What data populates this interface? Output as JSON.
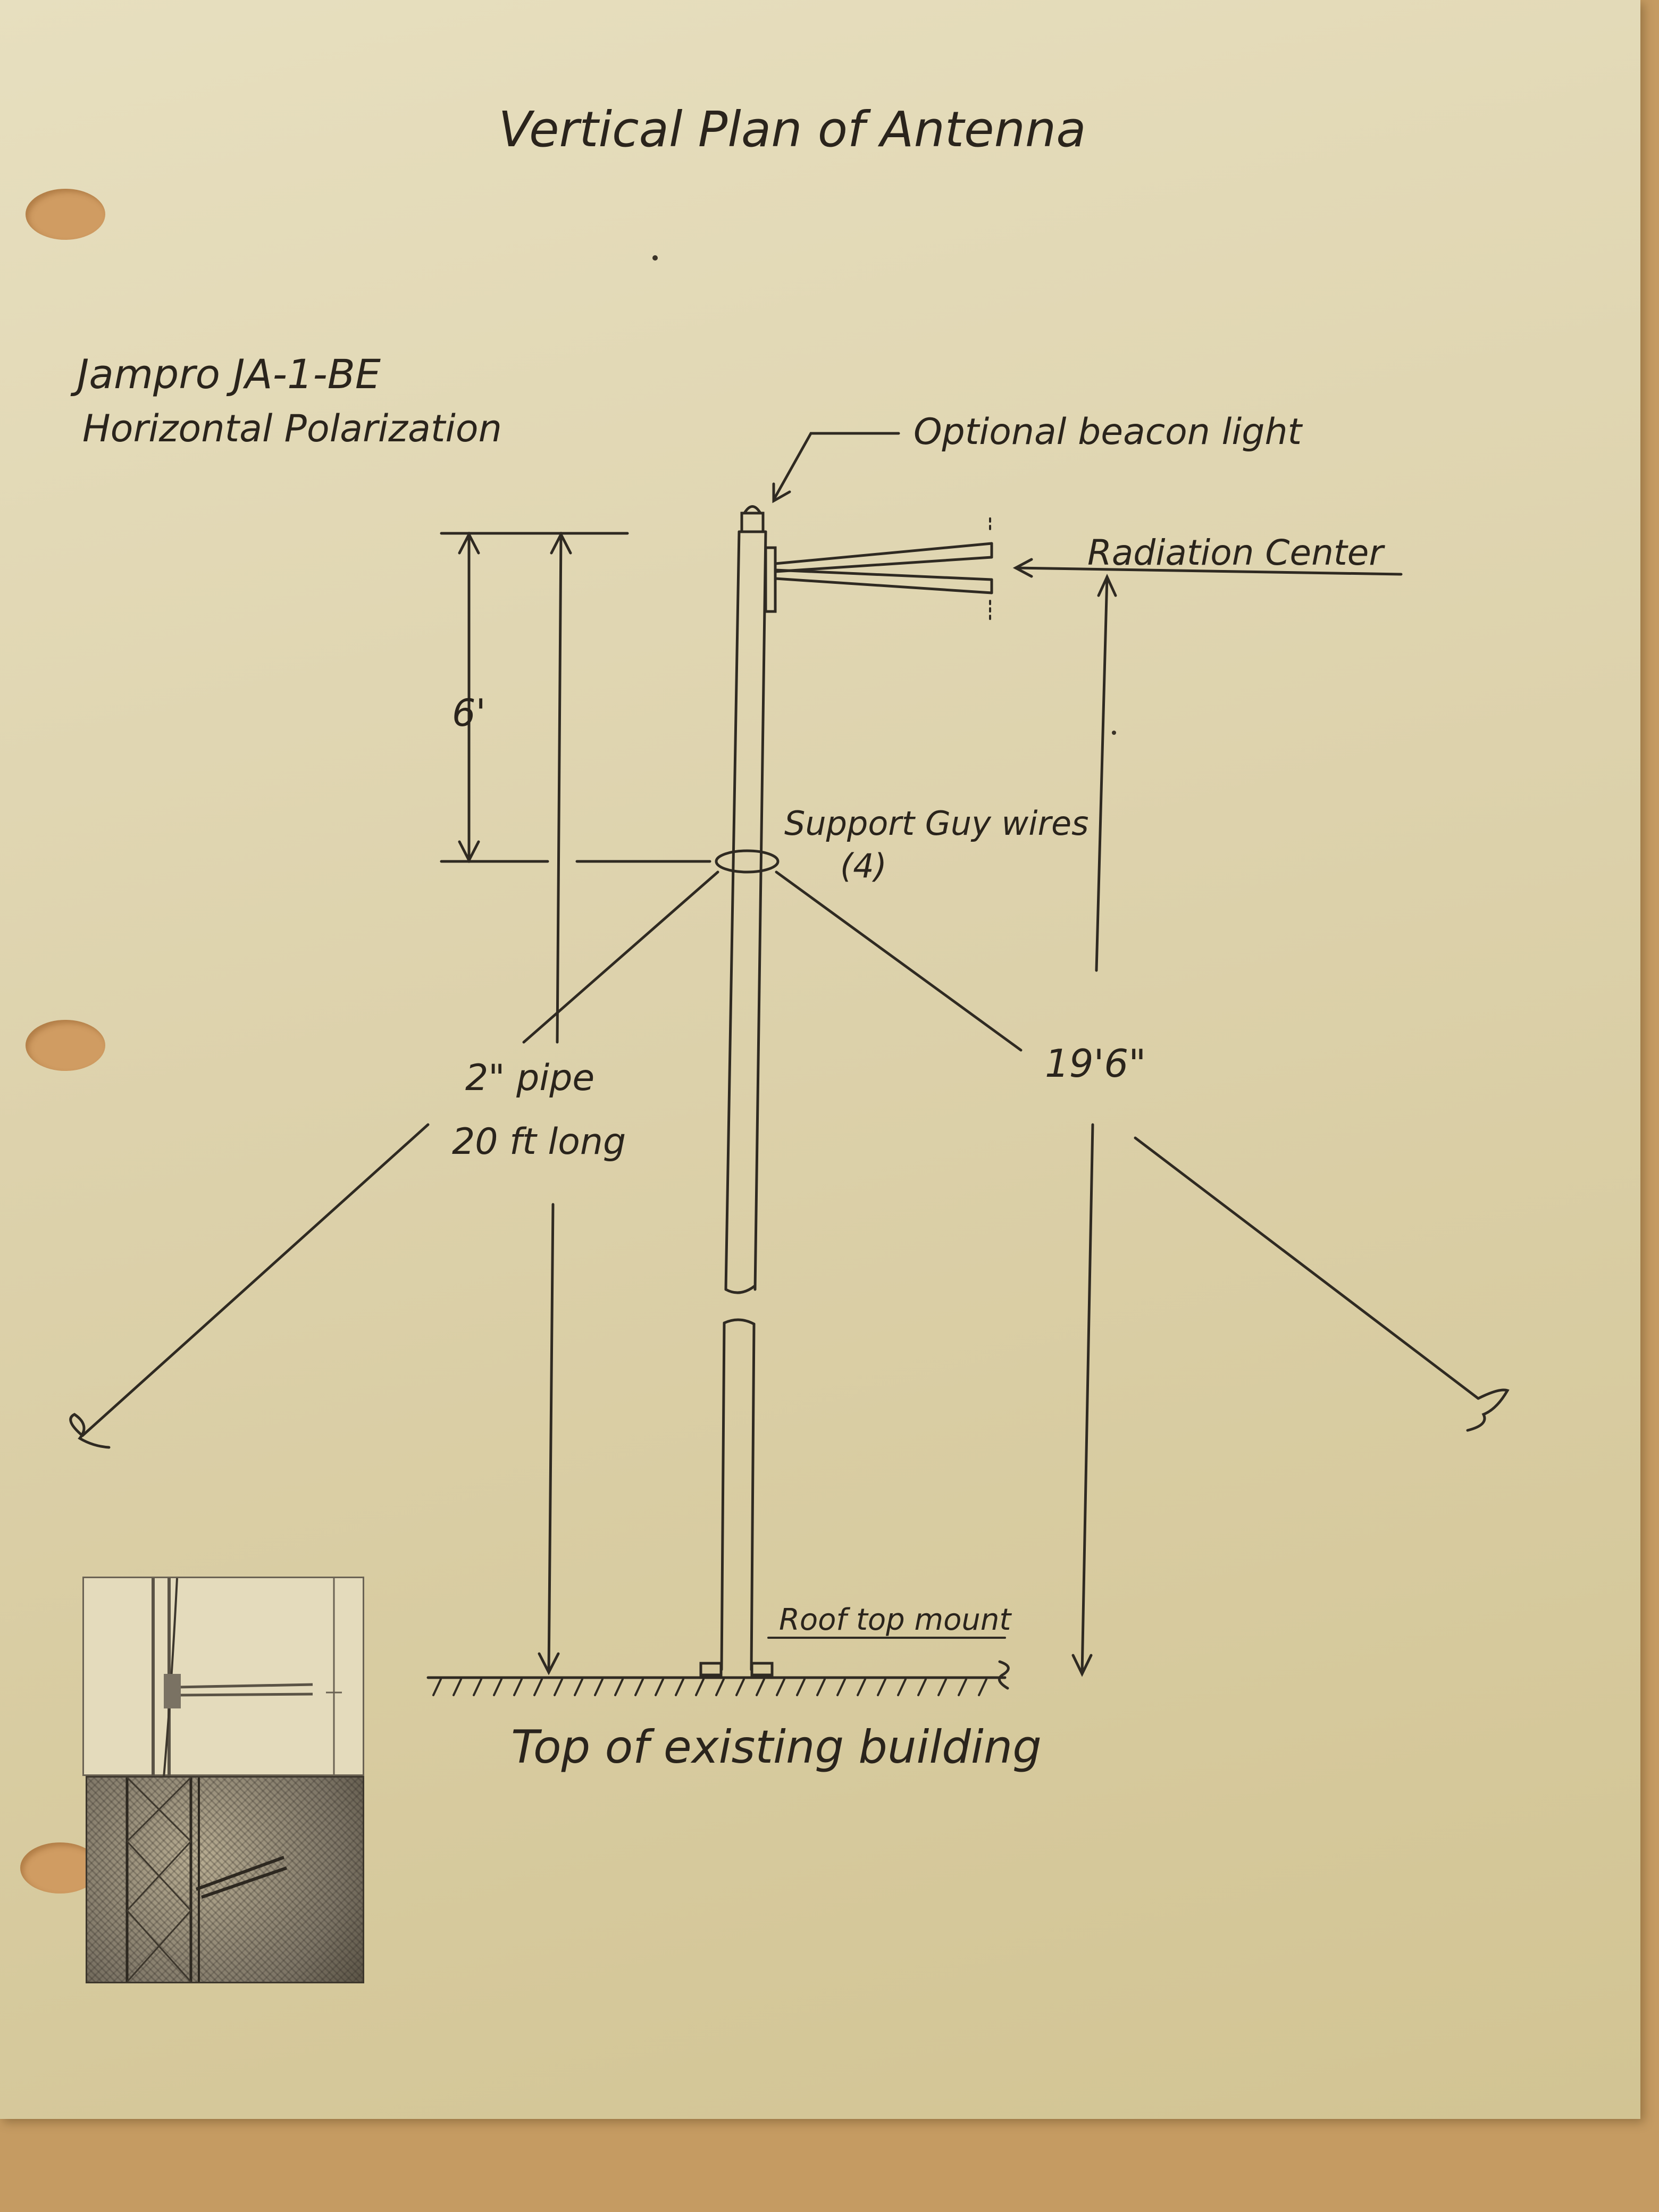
{
  "title": "Vertical Plan of Antenna",
  "model": {
    "name": "Jampro JA-1-BE",
    "polarization": "Horizontal Polarization"
  },
  "labels": {
    "beacon": "Optional beacon light",
    "radiation_center": "Radiation Center",
    "guy_wires_line1": "Support Guy wires",
    "guy_wires_line2": "(4)",
    "dimension_6ft": "6'",
    "pipe_line1": "2\" pipe",
    "pipe_line2": "20 ft long",
    "dimension_height": "19'6\"",
    "roof_mount": "Roof top mount",
    "building": "Top of existing building"
  },
  "colors": {
    "paper": "#ddd2ac",
    "ink": "#2f2a22",
    "desk": "#c59b62"
  }
}
